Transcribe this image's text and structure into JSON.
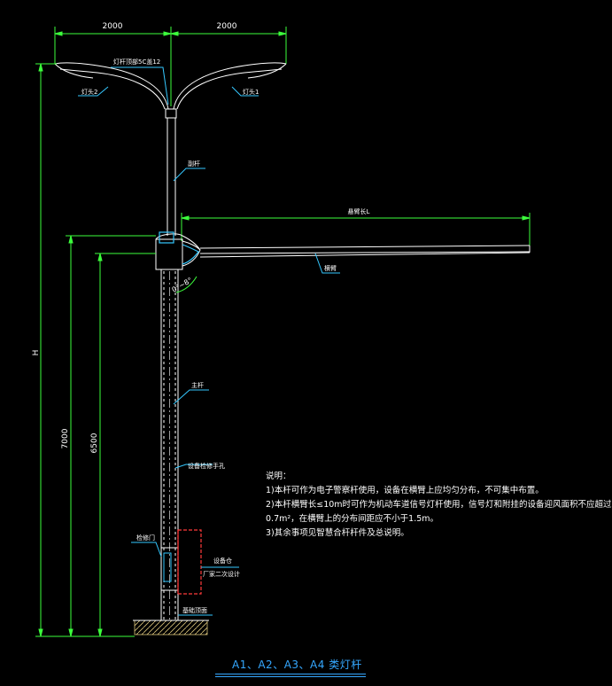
{
  "colors": {
    "background": "#000000",
    "pole": "#ffffff",
    "dimension": "#3cff3c",
    "leader": "#35c8ff",
    "annotation": "#ffffff",
    "box": "#ff3b3b",
    "title": "#35a8ff",
    "ground": "#d9c27a"
  },
  "dimensions": {
    "left_span": "2000",
    "right_span": "2000",
    "total_height": "H",
    "height_7000": "7000",
    "height_6500": "6500",
    "arm_length": "悬臂长L",
    "arm_angle": "0°~8°"
  },
  "labels": {
    "lamp_top": "灯杆顶部5C盖12",
    "lamp_left": "灯头2",
    "lamp_right": "灯头1",
    "upper_pole": "副杆",
    "arm": "横臂",
    "main_pole": "主杆",
    "cable_hole": "设备检修手孔",
    "door": "检修门",
    "cabinet_1": "设备仓",
    "cabinet_2": "厂家二次设计",
    "foundation": "基础顶面"
  },
  "notes": {
    "heading": "说明：",
    "items": [
      "1)本杆可作为电子警察杆使用，设备在横臂上应均匀分布，不可集中布置。",
      "2)本杆横臂长≤10m时可作为机动车道信号灯杆使用，信号灯和附挂的设备迎风面积不应超过",
      "    0.7m²，在横臂上的分布间距应不小于1.5m。",
      "3)其余事项见智慧合杆杆件及总说明。"
    ]
  },
  "title": "A1、A2、A3、A4 类灯杆"
}
